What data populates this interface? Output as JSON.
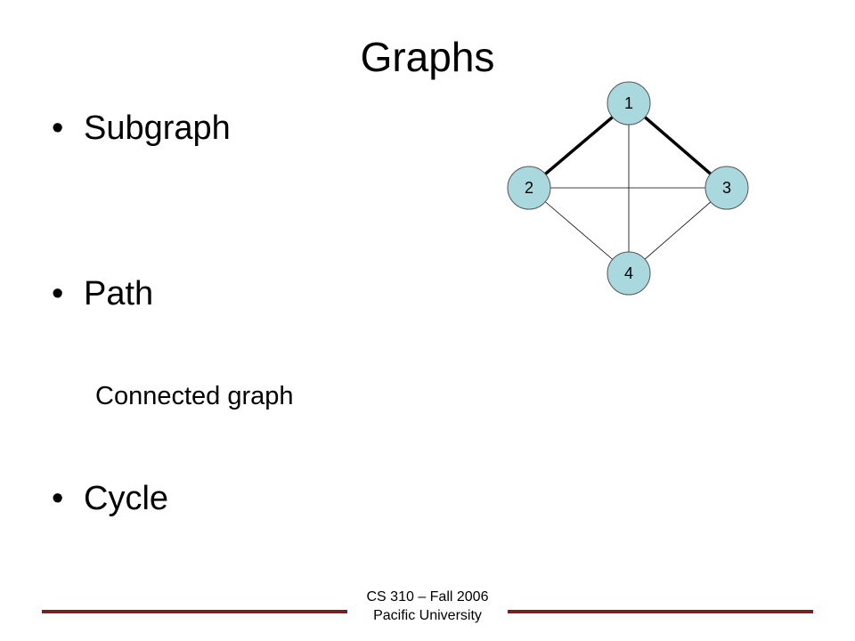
{
  "slide": {
    "title": "Graphs",
    "bullets": [
      {
        "marker": "•",
        "text": "Subgraph"
      },
      {
        "marker": "•",
        "text": "Path"
      },
      {
        "marker": "•",
        "text": "Cycle"
      }
    ],
    "subitem": "Connected graph"
  },
  "graph": {
    "nodes": [
      {
        "label": "1"
      },
      {
        "label": "2"
      },
      {
        "label": "3"
      },
      {
        "label": "4"
      }
    ],
    "edges": [
      {
        "from": "1",
        "to": "2",
        "emphasized": true
      },
      {
        "from": "1",
        "to": "3",
        "emphasized": true
      },
      {
        "from": "1",
        "to": "4",
        "emphasized": false
      },
      {
        "from": "2",
        "to": "3",
        "emphasized": false
      },
      {
        "from": "2",
        "to": "4",
        "emphasized": false
      },
      {
        "from": "3",
        "to": "4",
        "emphasized": false
      }
    ],
    "node_fill": "#aad8df",
    "node_stroke": "#555555"
  },
  "footer": {
    "line1": "CS 310 – Fall 2006",
    "line2": "Pacific University",
    "rule_color": "#7a1f1f"
  }
}
